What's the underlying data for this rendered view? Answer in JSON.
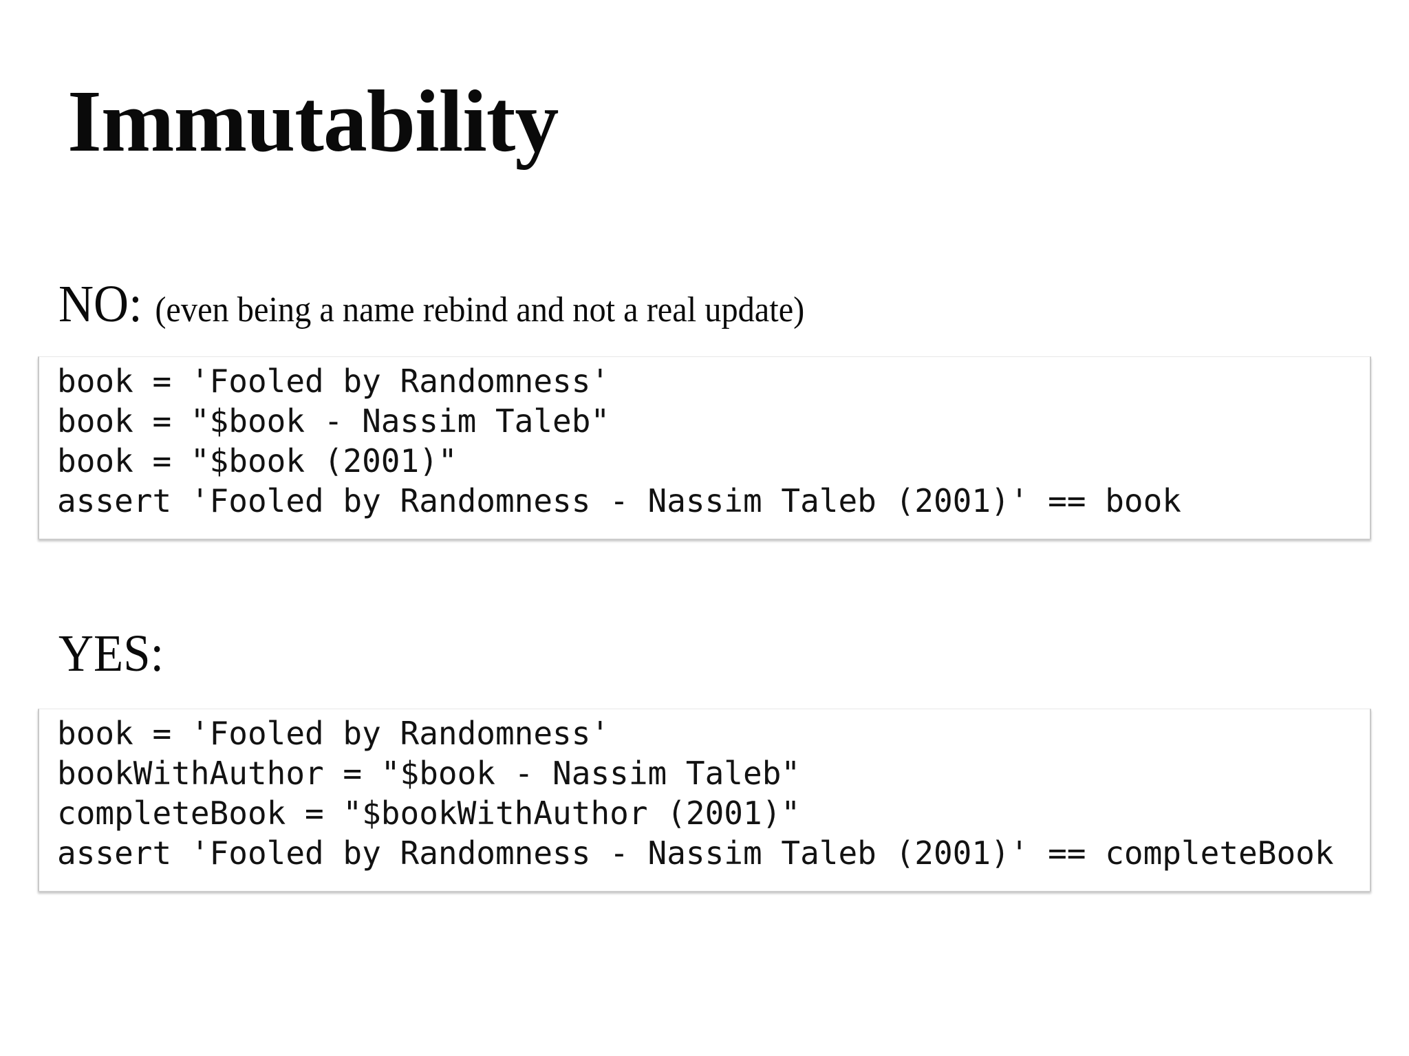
{
  "slide": {
    "title": "Immutability",
    "sections": [
      {
        "id": "no",
        "label": "NO:",
        "note": "(even being a name rebind and not a real update)",
        "code": [
          "book = 'Fooled by Randomness'",
          "book = \"$book - Nassim Taleb\"",
          "book = \"$book (2001)\"",
          "assert 'Fooled by Randomness - Nassim Taleb (2001)' == book"
        ]
      },
      {
        "id": "yes",
        "label": "YES:",
        "note": "",
        "code": [
          "book = 'Fooled by Randomness'",
          "bookWithAuthor = \"$book - Nassim Taleb\"",
          "completeBook = \"$bookWithAuthor (2001)\"",
          "assert 'Fooled by Randomness - Nassim Taleb (2001)' == completeBook"
        ]
      }
    ],
    "colors": {
      "background": "#ffffff",
      "text": "#0a0a0a",
      "code_text": "#121212",
      "card_background": "#ffffff",
      "card_edge": "#c9c9c9",
      "shadow": "rgba(0,0,0,0.5)"
    }
  }
}
